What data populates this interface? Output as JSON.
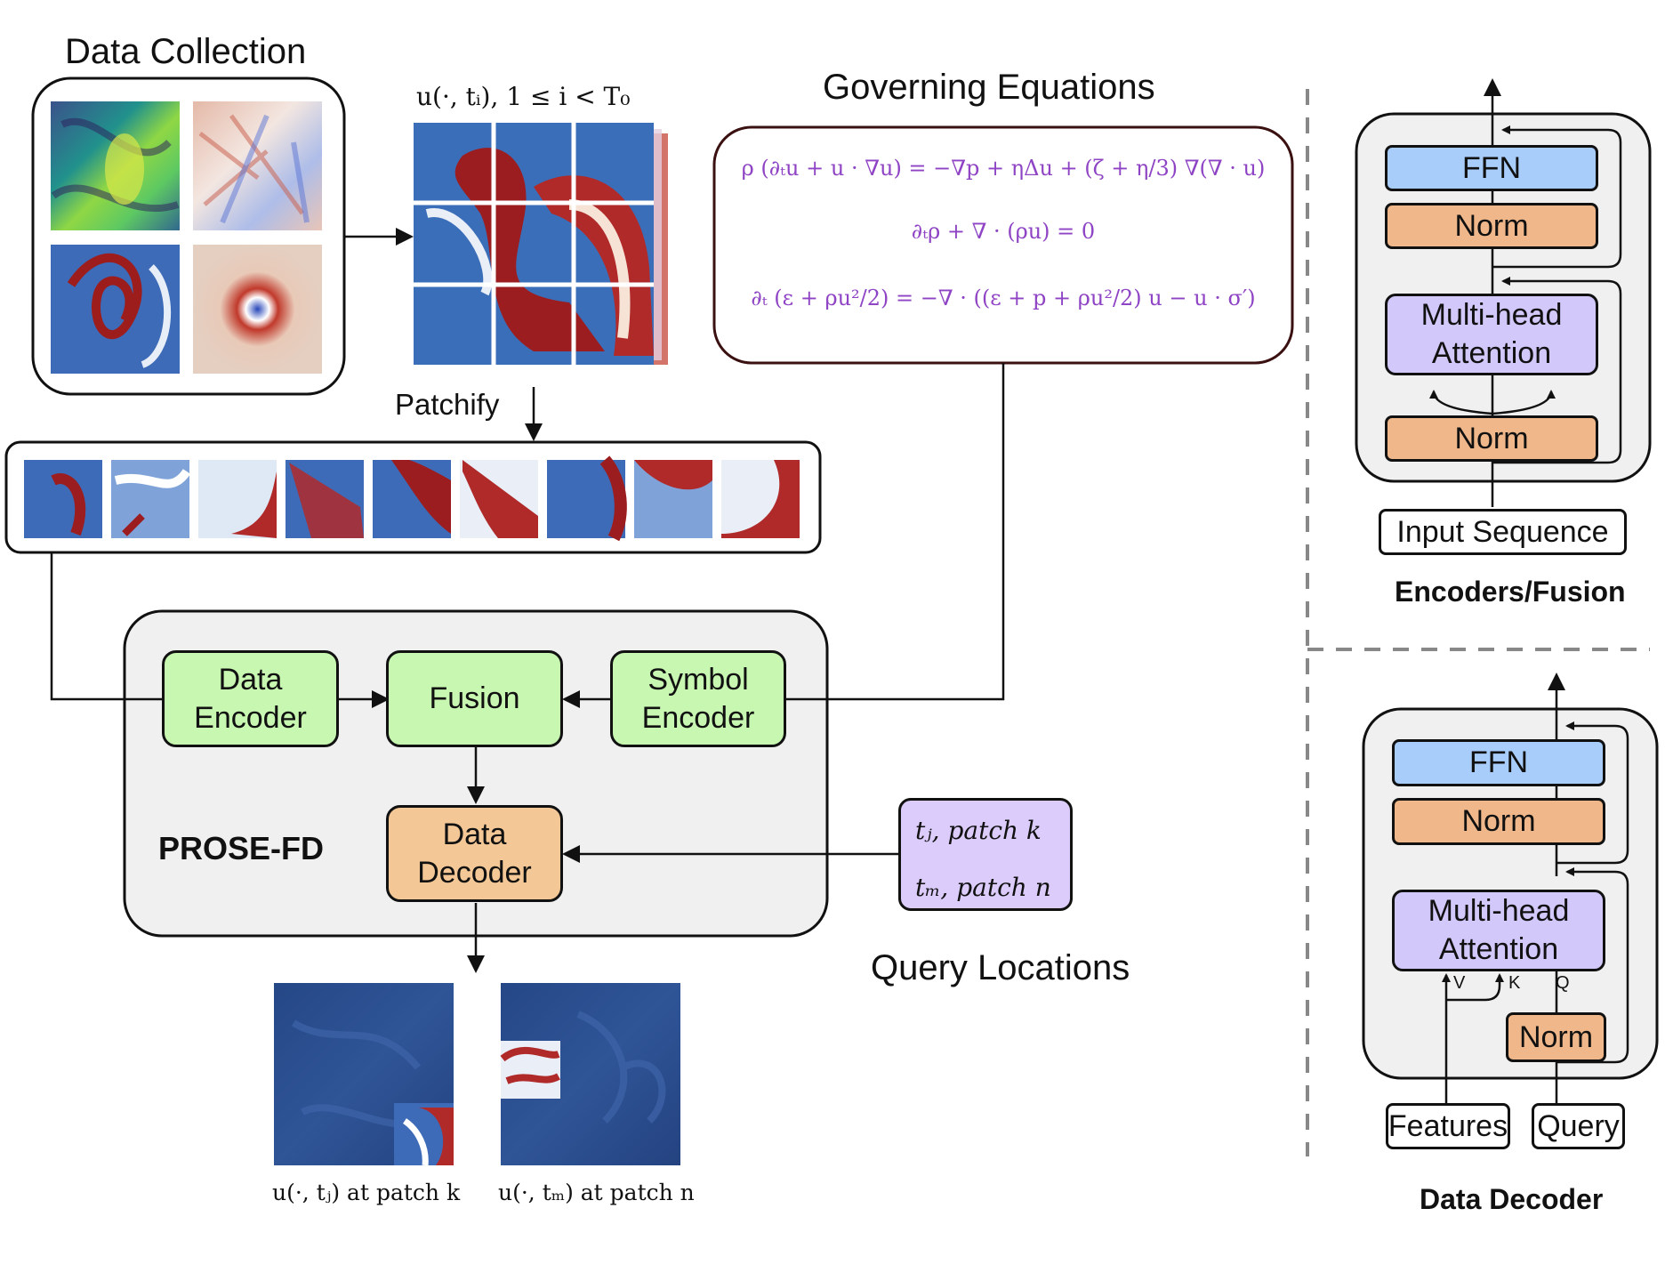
{
  "left": {
    "data_collection_title": "Data Collection",
    "snapshot_label": "u(·, tᵢ),  1 ≤ i < T₀",
    "patchify_label": "Patchify",
    "governing_title": "Governing Equations",
    "equations": [
      "ρ (∂ₜu + u · ∇u) = −∇p + ηΔu + (ζ + η/3) ∇(∇ · u)",
      "∂ₜρ + ∇ · (ρu) = 0",
      "∂ₜ (ε + ρu²/2) = −∇ · ((ε + p + ρu²/2) u − u · σ′)"
    ],
    "model_name": "PROSE-FD",
    "data_encoder": "Data Encoder",
    "fusion": "Fusion",
    "symbol_encoder": "Symbol Encoder",
    "data_decoder": "Data Decoder",
    "queries": [
      "tⱼ,  patch k",
      "tₘ, patch n"
    ],
    "query_title": "Query Locations",
    "outputs": [
      "u(·, tⱼ) at patch k",
      "u(·, tₘ) at patch n"
    ]
  },
  "encoder_block": {
    "ffn": "FFN",
    "norm_top": "Norm",
    "attention": "Multi-head Attention",
    "norm_bottom": "Norm",
    "input": "Input Sequence",
    "title": "Encoders/Fusion"
  },
  "decoder_block": {
    "ffn": "FFN",
    "norm_top": "Norm",
    "attention": "Multi-head Attention",
    "v": "V",
    "k": "K",
    "q": "Q",
    "norm_bottom": "Norm",
    "features": "Features",
    "query": "Query",
    "title": "Data Decoder"
  },
  "colors": {
    "green": "#c8f7b2",
    "orange": "#f3c896",
    "blue": "#a8cdfa",
    "purple": "#d2c8fa",
    "equation_text": "#8e44c4",
    "panel_gray": "#f0f0f0"
  }
}
